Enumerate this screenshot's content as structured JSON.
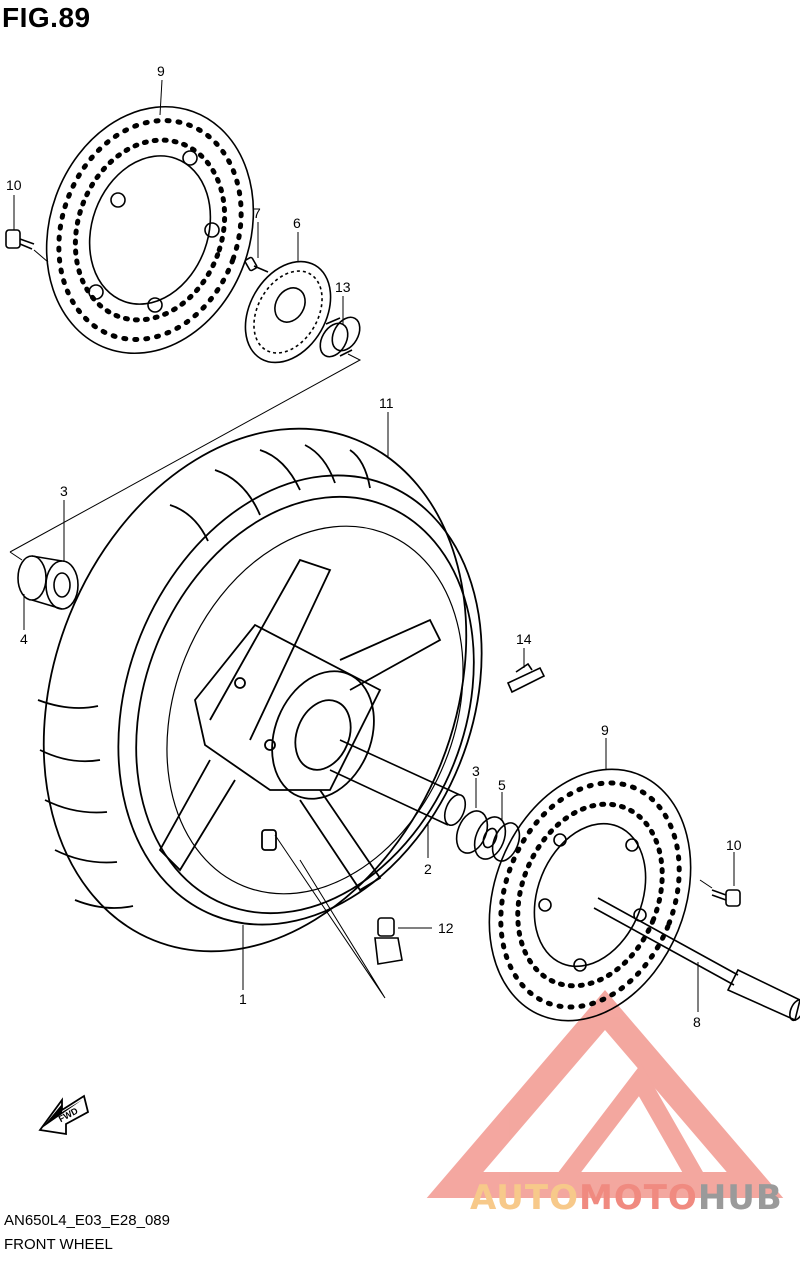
{
  "figure": {
    "title": "FIG.89",
    "model_code": "AN650L4_E03_E28_089",
    "section_name": "FRONT WHEEL"
  },
  "callouts": [
    {
      "id": "c1",
      "label": "1"
    },
    {
      "id": "c2",
      "label": "2"
    },
    {
      "id": "c3a",
      "label": "3"
    },
    {
      "id": "c3b",
      "label": "3"
    },
    {
      "id": "c4",
      "label": "4"
    },
    {
      "id": "c5",
      "label": "5"
    },
    {
      "id": "c6",
      "label": "6"
    },
    {
      "id": "c7",
      "label": "7"
    },
    {
      "id": "c8",
      "label": "8"
    },
    {
      "id": "c9a",
      "label": "9"
    },
    {
      "id": "c9b",
      "label": "9"
    },
    {
      "id": "c10a",
      "label": "10"
    },
    {
      "id": "c10b",
      "label": "10"
    },
    {
      "id": "c11",
      "label": "11"
    },
    {
      "id": "c12",
      "label": "12"
    },
    {
      "id": "c13",
      "label": "13"
    },
    {
      "id": "c14",
      "label": "14"
    }
  ],
  "fwd_badge": "FWD",
  "watermark": {
    "part1": "AUTO",
    "part2": "MOTO",
    "part3": "HUB",
    "colors": {
      "auto": "#f7c98a",
      "moto": "#f08a80",
      "hub": "#9a9a9a",
      "logo": "#f08a80"
    }
  }
}
